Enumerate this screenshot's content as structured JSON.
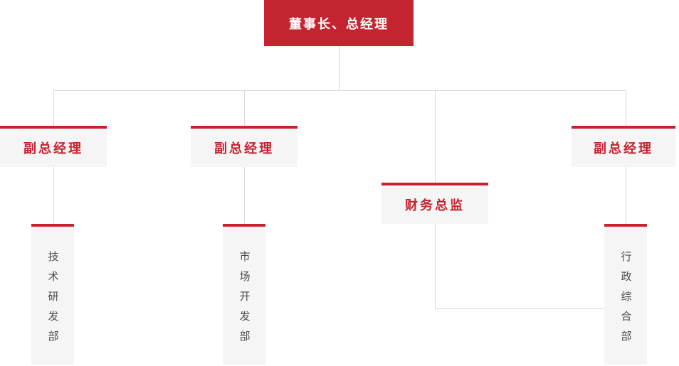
{
  "org_chart": {
    "root": {
      "label": "董事长、总经理"
    },
    "level2": [
      {
        "label": "副总经理"
      },
      {
        "label": "副总经理"
      },
      {
        "label": "财务总监"
      },
      {
        "label": "副总经理"
      }
    ],
    "level3": [
      {
        "label": "技术研发部"
      },
      {
        "label": "市场开发部"
      },
      {
        "label": "行政综合部"
      }
    ]
  },
  "colors": {
    "primary_red": "#c4242f",
    "node_bg": "#f5f5f5",
    "connector": "#d9d9d9",
    "level3_text": "#4d4d4d",
    "root_text": "#ffffff"
  }
}
